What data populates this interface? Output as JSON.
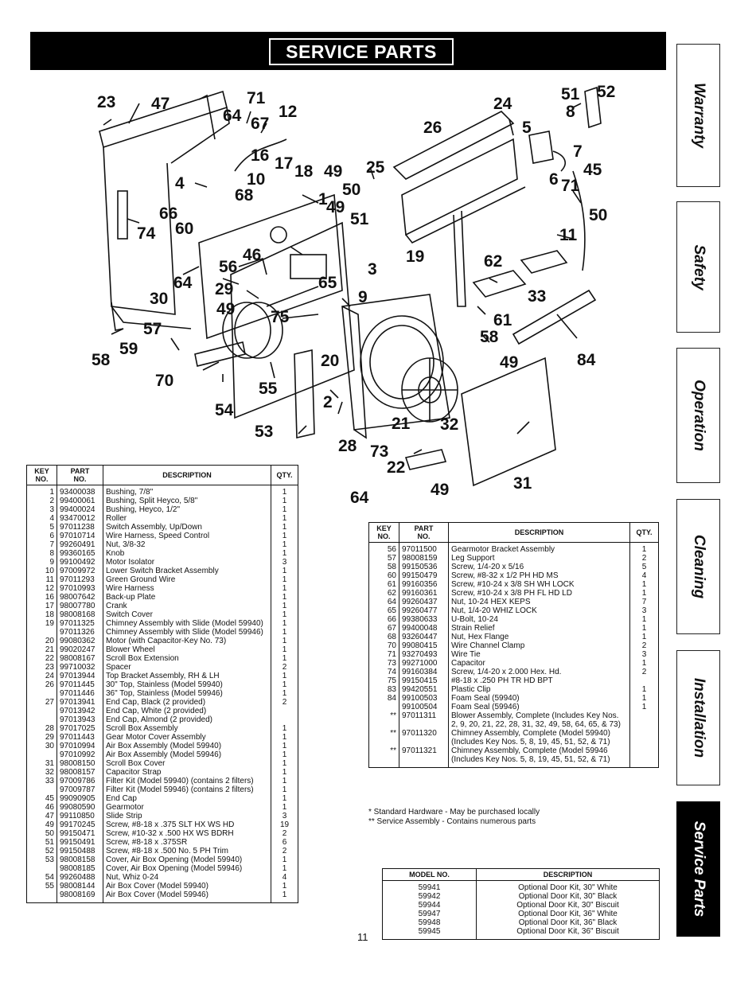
{
  "header": {
    "title": "SERVICE PARTS"
  },
  "tabs": [
    {
      "label": "Warranty",
      "active": false
    },
    {
      "label": "Safety",
      "active": false
    },
    {
      "label": "Operation",
      "active": false
    },
    {
      "label": "Cleaning",
      "active": false
    },
    {
      "label": "Installation",
      "active": false
    },
    {
      "label": "Service Parts",
      "active": true
    }
  ],
  "diagram": {
    "callouts": [
      "23",
      "47",
      "71",
      "64",
      "67",
      "12",
      "16",
      "17",
      "18",
      "49",
      "4",
      "10",
      "68",
      "1",
      "50",
      "66",
      "49",
      "74",
      "60",
      "46",
      "56",
      "64",
      "29",
      "65",
      "30",
      "49",
      "9",
      "75",
      "3",
      "57",
      "59",
      "58",
      "70",
      "20",
      "55",
      "54",
      "2",
      "53",
      "21",
      "32",
      "28",
      "73",
      "22",
      "49",
      "64",
      "24",
      "51",
      "52",
      "5",
      "8",
      "26",
      "7",
      "6",
      "45",
      "25",
      "71",
      "51",
      "50",
      "11",
      "19",
      "62",
      "33",
      "61",
      "58",
      "84",
      "49",
      "31"
    ]
  },
  "left_table": {
    "headers": {
      "key": "KEY\nNO.",
      "part": "PART\nNO.",
      "description": "DESCRIPTION",
      "qty": "QTY."
    },
    "rows": [
      {
        "key": "1",
        "part": "93400038",
        "desc": "Bushing, 7/8\"",
        "qty": "1"
      },
      {
        "key": "2",
        "part": "99400061",
        "desc": "Bushing, Split Heyco, 5/8\"",
        "qty": "1"
      },
      {
        "key": "3",
        "part": "99400024",
        "desc": "Bushing, Heyco, 1/2\"",
        "qty": "1"
      },
      {
        "key": "4",
        "part": "93470012",
        "desc": "Roller",
        "qty": "1"
      },
      {
        "key": "5",
        "part": "97011238",
        "desc": "Switch Assembly, Up/Down",
        "qty": "1"
      },
      {
        "key": "6",
        "part": "97010714",
        "desc": "Wire Harness, Speed Control",
        "qty": "1"
      },
      {
        "key": "7",
        "part": "99260491",
        "desc": "Nut, 3/8-32",
        "qty": "1"
      },
      {
        "key": "8",
        "part": "99360165",
        "desc": "Knob",
        "qty": "1"
      },
      {
        "key": "9",
        "part": "99100492",
        "desc": "Motor Isolator",
        "qty": "3"
      },
      {
        "key": "10",
        "part": "97009972",
        "desc": "Lower Switch Bracket Assembly",
        "qty": "1"
      },
      {
        "key": "11",
        "part": "97011293",
        "desc": "Green Ground Wire",
        "qty": "1"
      },
      {
        "key": "12",
        "part": "97010993",
        "desc": "Wire Harness",
        "qty": "1"
      },
      {
        "key": "16",
        "part": "98007642",
        "desc": "Back-up Plate",
        "qty": "1"
      },
      {
        "key": "17",
        "part": "98007780",
        "desc": "Crank",
        "qty": "1"
      },
      {
        "key": "18",
        "part": "98008168",
        "desc": "Switch Cover",
        "qty": "1"
      },
      {
        "key": "19",
        "part": "97011325",
        "desc": "Chimney Assembly with Slide (Model 59940)",
        "qty": "1"
      },
      {
        "key": "",
        "part": "97011326",
        "desc": "Chimney Assembly with Slide (Model 59946)",
        "qty": "1"
      },
      {
        "key": "20",
        "part": "99080362",
        "desc": "Motor (with Capacitor-Key No. 73)",
        "qty": "1"
      },
      {
        "key": "21",
        "part": "99020247",
        "desc": "Blower Wheel",
        "qty": "1"
      },
      {
        "key": "22",
        "part": "98008167",
        "desc": "Scroll Box Extension",
        "qty": "1"
      },
      {
        "key": "23",
        "part": "99710032",
        "desc": "Spacer",
        "qty": "2"
      },
      {
        "key": "24",
        "part": "97013944",
        "desc": "Top Bracket Assembly, RH & LH",
        "qty": "1"
      },
      {
        "key": "26",
        "part": "97011445",
        "desc": "30\" Top, Stainless (Model 59940)",
        "qty": "1"
      },
      {
        "key": "",
        "part": "97011446",
        "desc": "36\" Top, Stainless (Model 59946)",
        "qty": "1"
      },
      {
        "key": "27",
        "part": "97013941",
        "desc": "End Cap, Black (2 provided)",
        "qty": "2"
      },
      {
        "key": "",
        "part": "97013942",
        "desc": "End Cap, White (2 provided)",
        "qty": ""
      },
      {
        "key": "",
        "part": "97013943",
        "desc": "End Cap, Almond (2 provided)",
        "qty": ""
      },
      {
        "key": "28",
        "part": "97017025",
        "desc": "Scroll Box Assembly",
        "qty": "1"
      },
      {
        "key": "29",
        "part": "97011443",
        "desc": "Gear Motor Cover Assembly",
        "qty": "1"
      },
      {
        "key": "30",
        "part": "97010994",
        "desc": "Air Box Assembly (Model 59940)",
        "qty": "1"
      },
      {
        "key": "",
        "part": "97010992",
        "desc": "Air Box Assembly (Model 59946)",
        "qty": "1"
      },
      {
        "key": "31",
        "part": "98008150",
        "desc": "Scroll Box Cover",
        "qty": "1"
      },
      {
        "key": "32",
        "part": "98008157",
        "desc": "Capacitor Strap",
        "qty": "1"
      },
      {
        "key": "33",
        "part": "97009786",
        "desc": "Filter Kit (Model 59940) (contains 2 filters)",
        "qty": "1"
      },
      {
        "key": "",
        "part": "97009787",
        "desc": "Filter Kit (Model 59946) (contains 2 filters)",
        "qty": "1"
      },
      {
        "key": "45",
        "part": "99090905",
        "desc": "End Cap",
        "qty": "1"
      },
      {
        "key": "46",
        "part": "99080590",
        "desc": "Gearmotor",
        "qty": "1"
      },
      {
        "key": "47",
        "part": "99110850",
        "desc": "Slide Strip",
        "qty": "3"
      },
      {
        "key": "49",
        "part": "99170245",
        "desc": "Screw, #8-18 x .375 SLT HX WS HD",
        "qty": "19"
      },
      {
        "key": "50",
        "part": "99150471",
        "desc": "Screw, #10-32 x .500 HX WS BDRH",
        "qty": "2"
      },
      {
        "key": "51",
        "part": "99150491",
        "desc": "Screw, #8-18 x .375SR",
        "qty": "6"
      },
      {
        "key": "52",
        "part": "99150488",
        "desc": "Screw, #8-18 x .500 No. 5 PH Trim",
        "qty": "2"
      },
      {
        "key": "53",
        "part": "98008158",
        "desc": "Cover, Air Box Opening (Model 59940)",
        "qty": "1"
      },
      {
        "key": "",
        "part": "98008185",
        "desc": "Cover, Air Box Opening (Model 59946)",
        "qty": "1"
      },
      {
        "key": "54",
        "part": "99260488",
        "desc": "Nut, Whiz 0-24",
        "qty": "4"
      },
      {
        "key": "55",
        "part": "98008144",
        "desc": "Air Box Cover (Model 59940)",
        "qty": "1"
      },
      {
        "key": "",
        "part": "98008169",
        "desc": "Air Box Cover (Model 59946)",
        "qty": "1"
      }
    ]
  },
  "right_table": {
    "headers": {
      "key": "KEY\nNO.",
      "part": "PART\nNO.",
      "description": "DESCRIPTION",
      "qty": "QTY."
    },
    "rows": [
      {
        "key": "56",
        "part": "97011500",
        "desc": "Gearmotor Bracket Assembly",
        "qty": "1"
      },
      {
        "key": "57",
        "part": "98008159",
        "desc": "Leg Support",
        "qty": "2"
      },
      {
        "key": "58",
        "part": "99150536",
        "desc": "Screw, 1/4-20 x 5/16",
        "qty": "5"
      },
      {
        "key": "60",
        "part": "99150479",
        "desc": "Screw, #8-32 x 1/2 PH HD MS",
        "qty": "4"
      },
      {
        "key": "61",
        "part": "99160356",
        "desc": "Screw, #10-24 x 3/8 SH WH LOCK",
        "qty": "1"
      },
      {
        "key": "62",
        "part": "99160361",
        "desc": "Screw, #10-24 x 3/8 PH FL HD LD",
        "qty": "1"
      },
      {
        "key": "64",
        "part": "99260437",
        "desc": "Nut, 10-24 HEX KEPS",
        "qty": "7"
      },
      {
        "key": "65",
        "part": "99260477",
        "desc": "Nut, 1/4-20 WHIZ LOCK",
        "qty": "3"
      },
      {
        "key": "66",
        "part": "99380633",
        "desc": "U-Bolt, 10-24",
        "qty": "1"
      },
      {
        "key": "67",
        "part": "99400048",
        "desc": "Strain Relief",
        "qty": "1"
      },
      {
        "key": "68",
        "part": "93260447",
        "desc": "Nut, Hex Flange",
        "qty": "1"
      },
      {
        "key": "70",
        "part": "99080415",
        "desc": "Wire Channel Clamp",
        "qty": "2"
      },
      {
        "key": "71",
        "part": "93270493",
        "desc": "Wire Tie",
        "qty": "3"
      },
      {
        "key": "73",
        "part": "99271000",
        "desc": "Capacitor",
        "qty": "1"
      },
      {
        "key": "74",
        "part": "99160384",
        "desc": "Screw, 1/4-20 x 2.000 Hex. Hd.",
        "qty": "2"
      },
      {
        "key": "75",
        "part": "99150415",
        "desc": "#8-18 x .250 PH TR HD BPT",
        "qty": ""
      },
      {
        "key": "83",
        "part": "99420551",
        "desc": "Plastic Clip",
        "qty": "1"
      },
      {
        "key": "84",
        "part": "99100503",
        "desc": "Foam Seal (59940)",
        "qty": "1"
      },
      {
        "key": "",
        "part": "99100504",
        "desc": "Foam Seal (59946)",
        "qty": "1"
      },
      {
        "key": "**",
        "part": "97011311",
        "desc": "Blower Assembly, Complete (Includes Key Nos. 2, 9, 20, 21, 22, 28, 31, 32, 49, 58, 64, 65, & 73)",
        "qty": ""
      },
      {
        "key": "**",
        "part": "97011320",
        "desc": "Chimney Assembly, Complete (Model 59940) (Includes Key Nos. 5, 8, 19, 45, 51, 52, & 71)",
        "qty": ""
      },
      {
        "key": "**",
        "part": "97011321",
        "desc": "Chimney Assembly, Complete (Model 59946 (Includes Key Nos. 5, 8, 19, 45, 51, 52, & 71)",
        "qty": ""
      }
    ]
  },
  "footnotes": [
    "* Standard Hardware - May be purchased locally",
    "** Service Assembly - Contains numerous parts"
  ],
  "model_table": {
    "headers": {
      "model": "MODEL NO.",
      "description": "DESCRIPTION"
    },
    "rows": [
      {
        "model": "59941",
        "desc": "Optional Door Kit, 30\" White"
      },
      {
        "model": "59942",
        "desc": "Optional Door Kit, 30\" Black"
      },
      {
        "model": "59944",
        "desc": "Optional Door Kit, 30\" Biscuit"
      },
      {
        "model": "59947",
        "desc": "Optional Door Kit, 36\" White"
      },
      {
        "model": "59948",
        "desc": "Optional Door Kit, 36\" Black"
      },
      {
        "model": "59945",
        "desc": "Optional Door Kit, 36\" Biscuit"
      }
    ]
  },
  "footer": {
    "page_number": "11"
  }
}
